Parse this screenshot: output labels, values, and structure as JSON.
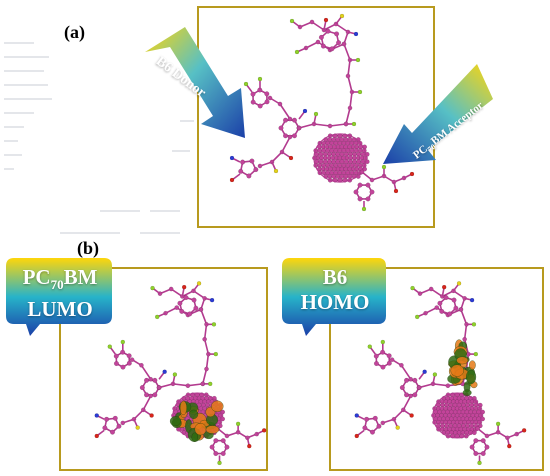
{
  "figure": {
    "panel_a": {
      "label": "(a)",
      "donor_arrow": {
        "text": "B6 Donor"
      },
      "acceptor_arrow": {
        "prefix": "PC",
        "subscript": "70",
        "suffix": "BM Acceptor"
      },
      "molecule": "B6 donor with PC70BM fullerene acceptor"
    },
    "panel_b": {
      "label": "(b)",
      "left": {
        "title_prefix": "PC",
        "title_sub": "70",
        "title_suffix": "BM",
        "title_line2": "LUMO"
      },
      "right": {
        "title_line1": "B6",
        "title_line2": "HOMO"
      }
    }
  },
  "colors": {
    "frame": "#b89a1e",
    "atom_carbon": "#c2449a",
    "atom_nitrogen": "#2b3bd6",
    "atom_fluorine": "#8fd12a",
    "atom_sulfur": "#e3d11b",
    "atom_oxygen": "#d9251b",
    "orbital_orange": "#e57a17",
    "orbital_green": "#2f6b12",
    "gradient": [
      "#ffd60a",
      "#1ea5d6",
      "#1b3fa8"
    ]
  }
}
